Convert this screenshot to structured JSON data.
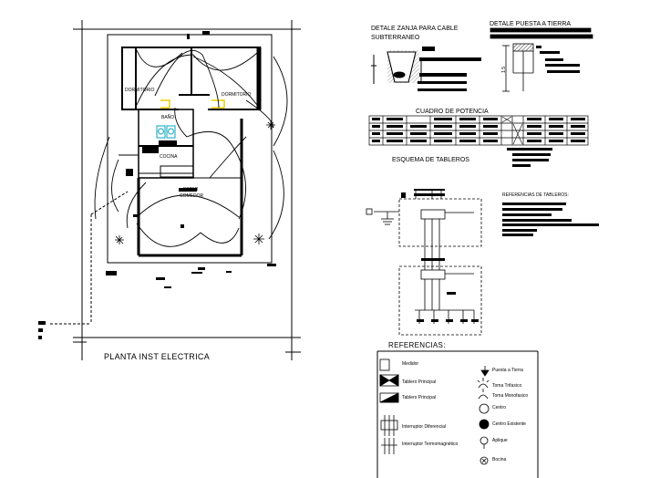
{
  "plan": {
    "title": "PLANTA INST ELECTRICA",
    "rooms": {
      "dormitorio_left": "DORMITORIO",
      "dormitorio_right": "DORMITORIO",
      "bano": "BAÑO",
      "cocina": "COCINA",
      "estar_comedor_1": "ESTAR",
      "estar_comedor_2": "COMEDOR"
    }
  },
  "details": {
    "zanja_title_1": "DETALE ZANJA PARA CABLE",
    "zanja_title_2": "SUBTERRANEO",
    "tierra_title": "DETALE PUESTA A TIERRA",
    "tierra_dim": "1.5"
  },
  "cuadro": {
    "title": "CUADRO DE POTENCIA"
  },
  "esquema": {
    "title": "ESQUEMA DE TABLEROS",
    "ref_title": "REFERENCIAS DE TABLEROS:"
  },
  "references": {
    "title": "REFERENCIAS:",
    "left": [
      "Medidor",
      "Tablero Principal",
      "Tablero Principal",
      "Interruptor Diferencial",
      "Interruptor Termomagnético"
    ],
    "right": [
      "Puesta a Tierra",
      "Toma Trifasico",
      "Toma Monofasico",
      "Centro",
      "Centro Existente",
      "Aplique",
      "Bocina"
    ]
  }
}
